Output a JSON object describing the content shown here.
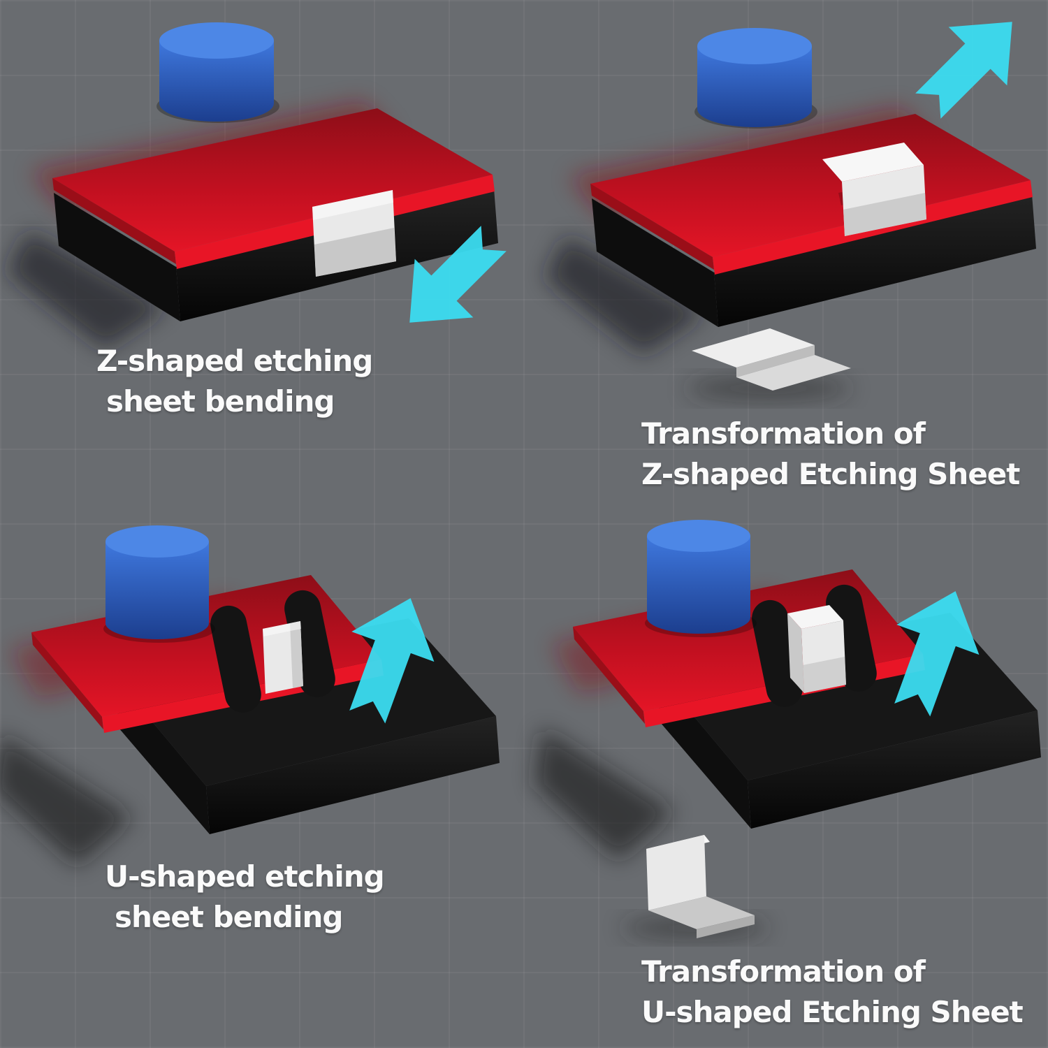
{
  "figure": {
    "type": "etching-sheet-bending-tool-illustration",
    "background": "#696c70"
  },
  "colors": {
    "background": "#696c70",
    "red_top_dark": "#8d0e18",
    "red_front": "#e81526",
    "black_base": "#171717",
    "black_side": "#0d0d0d",
    "blue_top": "#4d87e6",
    "blue_body": "#2c5fc4",
    "cyan_arrow": "#3bdcf0",
    "sheet_white": "#e9e9e9",
    "sheet_shade": "#c2c2c2",
    "text": "#fafafa"
  },
  "panels": {
    "top_left": {
      "label_line1": "Z-shaped etching",
      "label_line2": "sheet bending"
    },
    "top_right": {
      "label_line1": "Transformation of",
      "label_line2": "Z-shaped Etching Sheet"
    },
    "bottom_left": {
      "label_line1": "U-shaped etching",
      "label_line2": "sheet bending"
    },
    "bottom_right": {
      "label_line1": "Transformation of",
      "label_line2": "U-shaped Etching Sheet"
    }
  }
}
